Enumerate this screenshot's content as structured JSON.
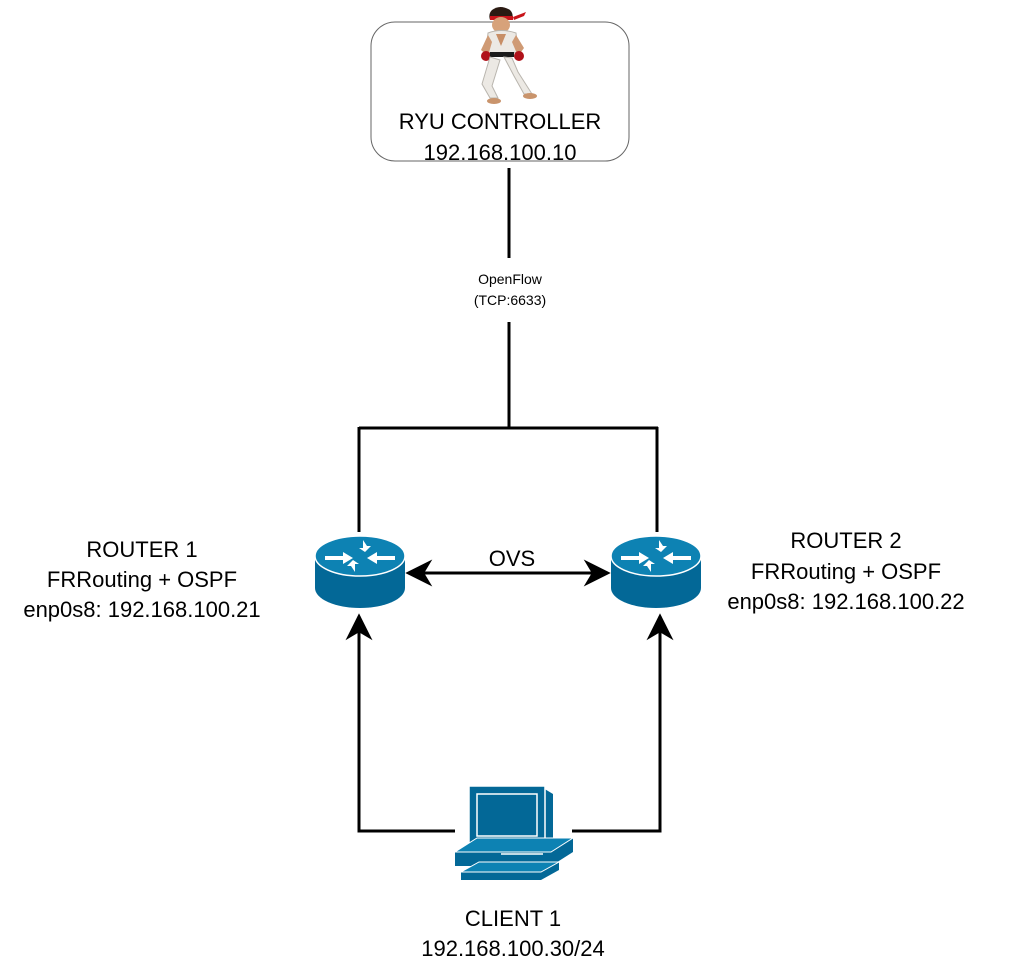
{
  "controller": {
    "name": "RYU CONTROLLER",
    "ip": "192.168.100.10",
    "icon": "fighter-character-icon"
  },
  "link_controller": {
    "protocol": "OpenFlow",
    "port": "(TCP:6633)"
  },
  "router1": {
    "name": "ROUTER 1",
    "software": "FRRouting + OSPF",
    "interface": "enp0s8: 192.168.100.21",
    "icon": "router-icon"
  },
  "router2": {
    "name": "ROUTER 2",
    "software": "FRRouting + OSPF",
    "interface": "enp0s8: 192.168.100.22",
    "icon": "router-icon"
  },
  "link_routers": {
    "label": "OVS"
  },
  "client": {
    "name": "CLIENT 1",
    "ip": "192.168.100.30/24",
    "icon": "computer-icon"
  },
  "colors": {
    "device_blue": "#036897",
    "device_top": "#0d82b3",
    "line": "#000000",
    "box_border": "#666666"
  }
}
